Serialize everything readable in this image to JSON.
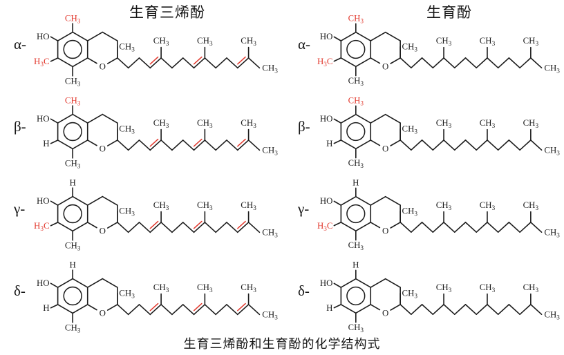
{
  "figure": {
    "columns": [
      {
        "id": "tocotrienol",
        "header": "生育三烯酚",
        "tail": "unsaturated",
        "double_bonds": 3
      },
      {
        "id": "tocopherol",
        "header": "生育酚",
        "tail": "saturated",
        "double_bonds": 0
      }
    ],
    "rows": [
      {
        "label": "α-",
        "top_substituent": {
          "text": "CH3",
          "red": true
        },
        "left_substituent": {
          "text": "H3C",
          "red": true
        }
      },
      {
        "label": "β-",
        "top_substituent": {
          "text": "CH3",
          "red": true
        },
        "left_substituent": {
          "text": "H",
          "red": false
        }
      },
      {
        "label": "γ-",
        "top_substituent": {
          "text": "H",
          "red": false
        },
        "left_substituent": {
          "text": "H3C",
          "red": true
        }
      },
      {
        "label": "δ-",
        "top_substituent": {
          "text": "H",
          "red": false
        },
        "left_substituent": {
          "text": "H",
          "red": false
        }
      }
    ],
    "common_labels": {
      "hydroxyl": "HO",
      "ring_oxygen": "O",
      "c2_methyl": "CH3",
      "c8_methyl": "CH3",
      "branch_methyl": "CH3",
      "terminal_methyl": "CH3"
    },
    "branch_methyls_per_tail": 3,
    "caption": "生育三烯酚和生育酚的化学结构式"
  },
  "colors": {
    "red": "#e2392e",
    "ink": "#1c1c1c",
    "background": "#ffffff"
  }
}
